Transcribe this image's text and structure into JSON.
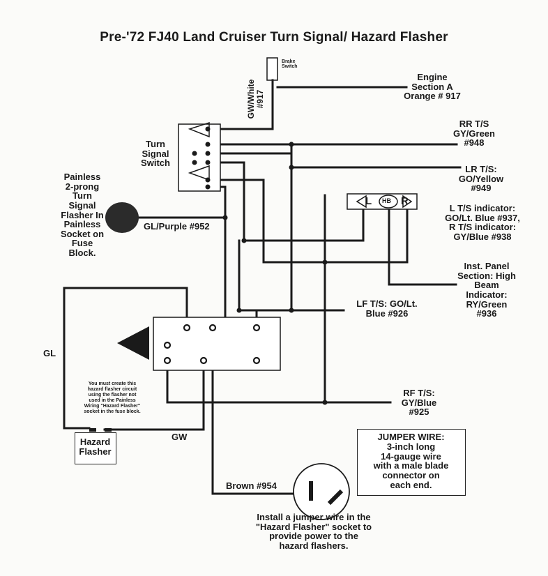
{
  "title": "Pre-'72 FJ40 Land Cruiser Turn Signal/ Hazard Flasher",
  "brake_switch_label": "Brake\nSwitch",
  "gw_white_label": "GW/White\n#917",
  "turn_signal_switch_label": "Turn\nSignal\nSwitch",
  "painless_flasher_label": "Painless\n2-prong\nTurn\nSignal\nFlasher In\nPainless\nSocket on\nFuse\nBlock.",
  "gl_purple_label": "GL/Purple #952",
  "engine_label": "Engine\nSection A\nOrange # 917",
  "rr_label": "RR T/S\nGY/Green\n#948",
  "lr_label": "LR T/S:\nGO/Yellow\n#949",
  "indicator_letters": {
    "left": "L",
    "high_beam": "HB",
    "right": "R"
  },
  "indicator_label": "L T/S indicator:\nGO/Lt. Blue #937,\nR T/S indicator:\nGY/Blue #938",
  "high_beam_label": "Inst. Panel\nSection: High\nBeam\nIndicator:\nRY/Green\n#936",
  "lf_label": "LF T/S: GO/Lt.\nBlue #926",
  "rf_label": "RF T/S:\nGY/Blue\n#925",
  "gl_label": "GL",
  "gw_label": "GW",
  "hazard_note": "You must create this\nhazard flasher circuit\nusing the flasher not\nused in the Painless\nWiring \"Hazard Flasher\"\nsocket in the fuse block.",
  "hazard_flasher_label": "Hazard\nFlasher",
  "brown_label": "Brown #954",
  "jumper_wire": {
    "heading": "JUMPER WIRE:",
    "body": "3-inch long\n14-gauge wire\nwith a male blade\nconnector on\neach end."
  },
  "install_note": "Install a jumper wire in the\n\"Hazard Flasher\" socket to\nprovide power to the\nhazard flashers."
}
